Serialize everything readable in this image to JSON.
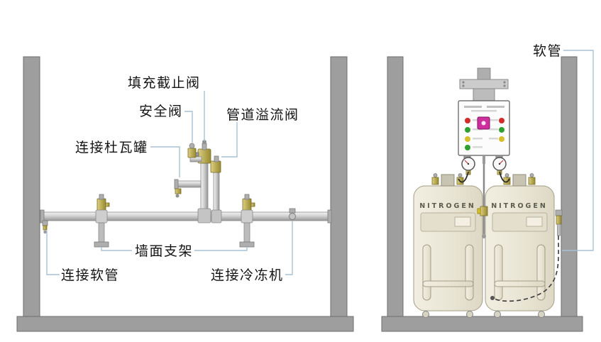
{
  "left_diagram": {
    "labels": {
      "fill_stop_valve": "填充截止阀",
      "safety_valve": "安全阀",
      "pipeline_overflow_valve": "管道溢流阀",
      "connect_dewar": "连接杜瓦罐",
      "wall_bracket": "墙面支架",
      "connect_hose": "连接软管",
      "connect_chiller": "连接冷冻机"
    }
  },
  "right_diagram": {
    "labels": {
      "hose": "软管"
    },
    "tanks": [
      {
        "label": "NITROGEN"
      },
      {
        "label": "NITROGEN"
      }
    ],
    "panel": {
      "lights_left": [
        "#d42a2a",
        "#2da12d",
        "#d8bf2a",
        "#2da12d"
      ],
      "lights_right": [
        "#d42a2a",
        "#2da12d",
        "#d8bf2a"
      ],
      "button_color": "#cf2f9e"
    }
  },
  "colors": {
    "leader_line": "#a9c0d4",
    "wall_gray": "#9e9e9e",
    "tank_cream": "#ebe7d8",
    "brass_valve": "#b3a342"
  }
}
